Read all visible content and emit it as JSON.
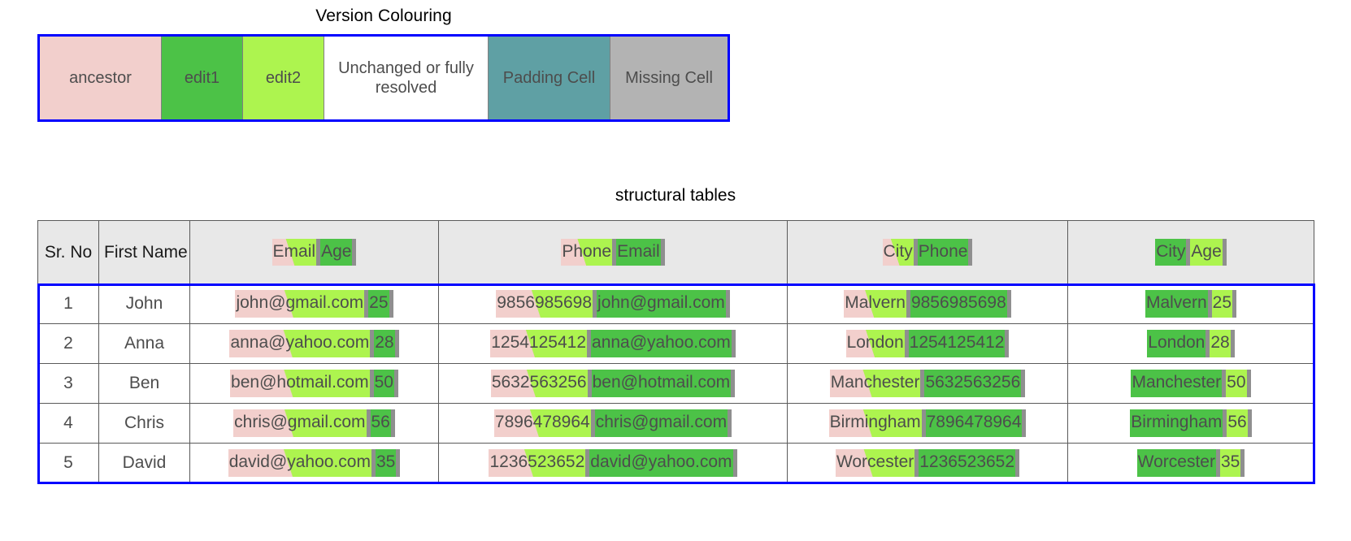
{
  "legend": {
    "title": "Version Colouring",
    "border_color": "#0000ff",
    "items": [
      {
        "label": "ancestor",
        "color": "#f2cfcc"
      },
      {
        "label": "edit1",
        "color": "#4cc247"
      },
      {
        "label": "edit2",
        "color": "#adf44f"
      },
      {
        "label": "Unchanged or fully resolved",
        "color": "#ffffff"
      },
      {
        "label": "Padding Cell",
        "color": "#5fa0a4"
      },
      {
        "label": "Missing Cell",
        "color": "#b3b3b3"
      }
    ]
  },
  "tables": {
    "title": "structural tables",
    "header_bg": "#e8e8e8",
    "body_border_color": "#0000ff",
    "columns": [
      {
        "kind": "plain",
        "label": "Sr. No"
      },
      {
        "kind": "plain",
        "label": "First Name"
      },
      {
        "kind": "diff",
        "left": "Email",
        "right": "Age",
        "left_style": "anc-wedge",
        "right_style": "g1"
      },
      {
        "kind": "diff",
        "left": "Phone",
        "right": "Email",
        "left_style": "anc-wedge",
        "right_style": "g1"
      },
      {
        "kind": "diff",
        "left": "City",
        "right": "Phone",
        "left_style": "anc-wedge",
        "right_style": "g1"
      },
      {
        "kind": "diff",
        "left": "City",
        "right": "Age",
        "left_style": "g1",
        "right_style": "g2"
      }
    ],
    "rows": [
      {
        "sr": "1",
        "first_name": "John",
        "email_age": {
          "left": "john@gmail.com",
          "right": "25"
        },
        "phone_email": {
          "left": "9856985698",
          "right": "john@gmail.com"
        },
        "city_phone": {
          "left": "Malvern",
          "right": "9856985698"
        },
        "city_age": {
          "left": "Malvern",
          "right": "25"
        }
      },
      {
        "sr": "2",
        "first_name": "Anna",
        "email_age": {
          "left": "anna@yahoo.com",
          "right": "28"
        },
        "phone_email": {
          "left": "1254125412",
          "right": "anna@yahoo.com"
        },
        "city_phone": {
          "left": "London",
          "right": "1254125412"
        },
        "city_age": {
          "left": "London",
          "right": "28"
        }
      },
      {
        "sr": "3",
        "first_name": "Ben",
        "email_age": {
          "left": "ben@hotmail.com",
          "right": "50"
        },
        "phone_email": {
          "left": "5632563256",
          "right": "ben@hotmail.com"
        },
        "city_phone": {
          "left": "Manchester",
          "right": "5632563256"
        },
        "city_age": {
          "left": "Manchester",
          "right": "50"
        }
      },
      {
        "sr": "4",
        "first_name": "Chris",
        "email_age": {
          "left": "chris@gmail.com",
          "right": "56"
        },
        "phone_email": {
          "left": "7896478964",
          "right": "chris@gmail.com"
        },
        "city_phone": {
          "left": "Birmingham",
          "right": "7896478964"
        },
        "city_age": {
          "left": "Birmingham",
          "right": "56"
        }
      },
      {
        "sr": "5",
        "first_name": "David",
        "email_age": {
          "left": "david@yahoo.com",
          "right": "35"
        },
        "phone_email": {
          "left": "1236523652",
          "right": "david@yahoo.com"
        },
        "city_phone": {
          "left": "Worcester",
          "right": "1236523652"
        },
        "city_age": {
          "left": "Worcester",
          "right": "35"
        }
      }
    ]
  }
}
